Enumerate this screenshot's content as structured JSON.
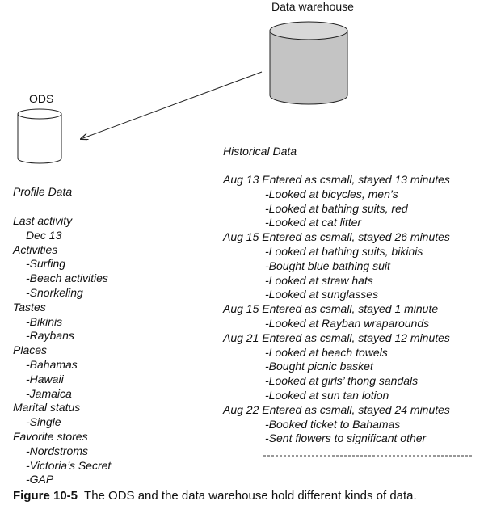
{
  "warehouse": {
    "label": "Data warehouse"
  },
  "ods": {
    "label": "ODS"
  },
  "profile": {
    "title": "Profile Data",
    "lines": [
      {
        "text": "Last activity",
        "indent": 0
      },
      {
        "text": "Dec 13",
        "indent": 1
      },
      {
        "text": "Activities",
        "indent": 0
      },
      {
        "text": "-Surfing",
        "indent": 1
      },
      {
        "text": "-Beach activities",
        "indent": 1
      },
      {
        "text": "-Snorkeling",
        "indent": 1
      },
      {
        "text": "Tastes",
        "indent": 0
      },
      {
        "text": "-Bikinis",
        "indent": 1
      },
      {
        "text": "-Raybans",
        "indent": 1
      },
      {
        "text": "Places",
        "indent": 0
      },
      {
        "text": "-Bahamas",
        "indent": 1
      },
      {
        "text": "-Hawaii",
        "indent": 1
      },
      {
        "text": "-Jamaica",
        "indent": 1
      },
      {
        "text": "Marital status",
        "indent": 0
      },
      {
        "text": "-Single",
        "indent": 1
      },
      {
        "text": "Favorite stores",
        "indent": 0
      },
      {
        "text": "-Nordstroms",
        "indent": 1
      },
      {
        "text": "-Victoria’s Secret",
        "indent": 1
      },
      {
        "text": "-GAP",
        "indent": 1
      }
    ]
  },
  "historical": {
    "title": "Historical Data",
    "lines": [
      {
        "text": "Aug 13 Entered as csmall, stayed 13 minutes",
        "indent": 0
      },
      {
        "text": "-Looked at bicycles, men’s",
        "indent": 1
      },
      {
        "text": "-Looked at bathing suits, red",
        "indent": 1
      },
      {
        "text": "-Looked at cat litter",
        "indent": 1
      },
      {
        "text": "Aug 15 Entered as csmall, stayed 26 minutes",
        "indent": 0
      },
      {
        "text": "-Looked at bathing suits, bikinis",
        "indent": 1
      },
      {
        "text": "-Bought blue bathing suit",
        "indent": 1
      },
      {
        "text": "-Looked at straw hats",
        "indent": 1
      },
      {
        "text": "-Looked at sunglasses",
        "indent": 1
      },
      {
        "text": "Aug 15 Entered as csmall, stayed 1 minute",
        "indent": 0
      },
      {
        "text": "-Looked at Rayban wraparounds",
        "indent": 1
      },
      {
        "text": "Aug 21 Entered as csmall, stayed 12 minutes",
        "indent": 0
      },
      {
        "text": "-Looked at beach towels",
        "indent": 1
      },
      {
        "text": "-Bought picnic basket",
        "indent": 1
      },
      {
        "text": "-Looked at girls’ thong sandals",
        "indent": 1
      },
      {
        "text": "-Looked at sun tan lotion",
        "indent": 1
      },
      {
        "text": "Aug 22 Entered as csmall, stayed 24 minutes",
        "indent": 0
      },
      {
        "text": "-Booked ticket to Bahamas",
        "indent": 1
      },
      {
        "text": "-Sent flowers to significant other",
        "indent": 1
      }
    ]
  },
  "caption": {
    "figure": "Figure 10-5",
    "text": "The ODS and the data warehouse hold different kinds of data."
  },
  "colors": {
    "warehouse_fill": "#c4c4c4",
    "ods_fill": "#ffffff",
    "stroke": "#222222"
  }
}
